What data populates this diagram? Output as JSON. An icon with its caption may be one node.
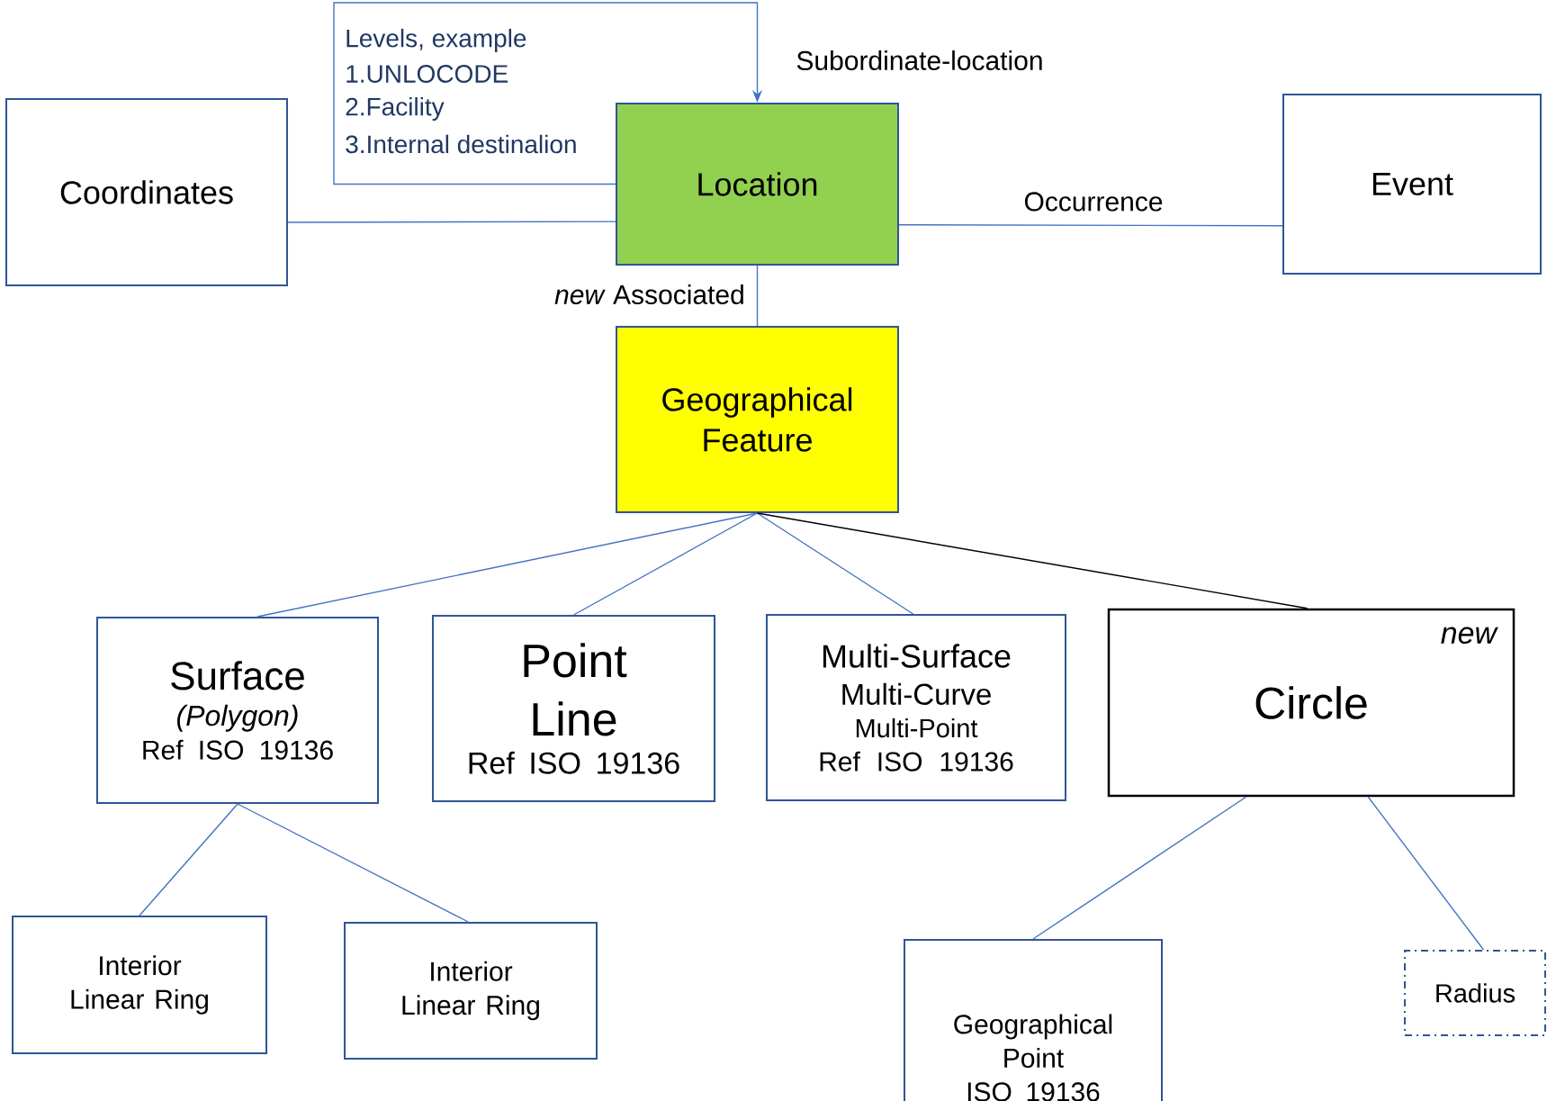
{
  "diagram": {
    "nodes": [
      {
        "text": [
          "Coordinates"
        ]
      },
      {
        "text": [
          "Location"
        ]
      },
      {
        "text": [
          "Event"
        ]
      },
      {
        "text": [
          "Geographical Feature"
        ]
      },
      {
        "text": [
          "Surface",
          "(Polygon)",
          "Ref ISO 19136"
        ]
      },
      {
        "text": [
          "Point",
          "Line",
          "Ref ISO 19136"
        ]
      },
      {
        "text": [
          "Multi-Surface",
          "Multi-Curve",
          "Multi-Point",
          "Ref ISO 19136"
        ]
      },
      {
        "text": [
          "new",
          "Circle"
        ]
      },
      {
        "text": [
          "Interior Linear Ring"
        ]
      },
      {
        "text": [
          "Interior Linear Ring"
        ]
      },
      {
        "text": [
          "Geographical Point",
          "ISO 19136"
        ]
      },
      {
        "text": [
          "Radius"
        ]
      }
    ],
    "edges": [
      {
        "from": 1,
        "to": 1,
        "arrow": "to",
        "label": "Subordinate-location"
      },
      {
        "from": 0,
        "to": 1,
        "arrow": "none"
      },
      {
        "from": 1,
        "to": 2,
        "arrow": "none",
        "label": "Occurrence"
      },
      {
        "from": 1,
        "to": 3,
        "arrow": "none",
        "label": "*new* Associated"
      },
      {
        "from": 3,
        "to": 4,
        "arrow": "none"
      },
      {
        "from": 3,
        "to": 5,
        "arrow": "none"
      },
      {
        "from": 3,
        "to": 6,
        "arrow": "none"
      },
      {
        "from": 3,
        "to": 7,
        "arrow": "none",
        "color": "#000000"
      },
      {
        "from": 4,
        "to": 8,
        "arrow": "none"
      },
      {
        "from": 4,
        "to": 9,
        "arrow": "none"
      },
      {
        "from": 7,
        "to": 10,
        "arrow": "none"
      },
      {
        "from": 7,
        "to": 11,
        "arrow": "none"
      }
    ],
    "labels": [
      "Levels, example",
      "1.UNLOCODE",
      "2.Facility",
      "3.Internal destinalion"
    ]
  }
}
